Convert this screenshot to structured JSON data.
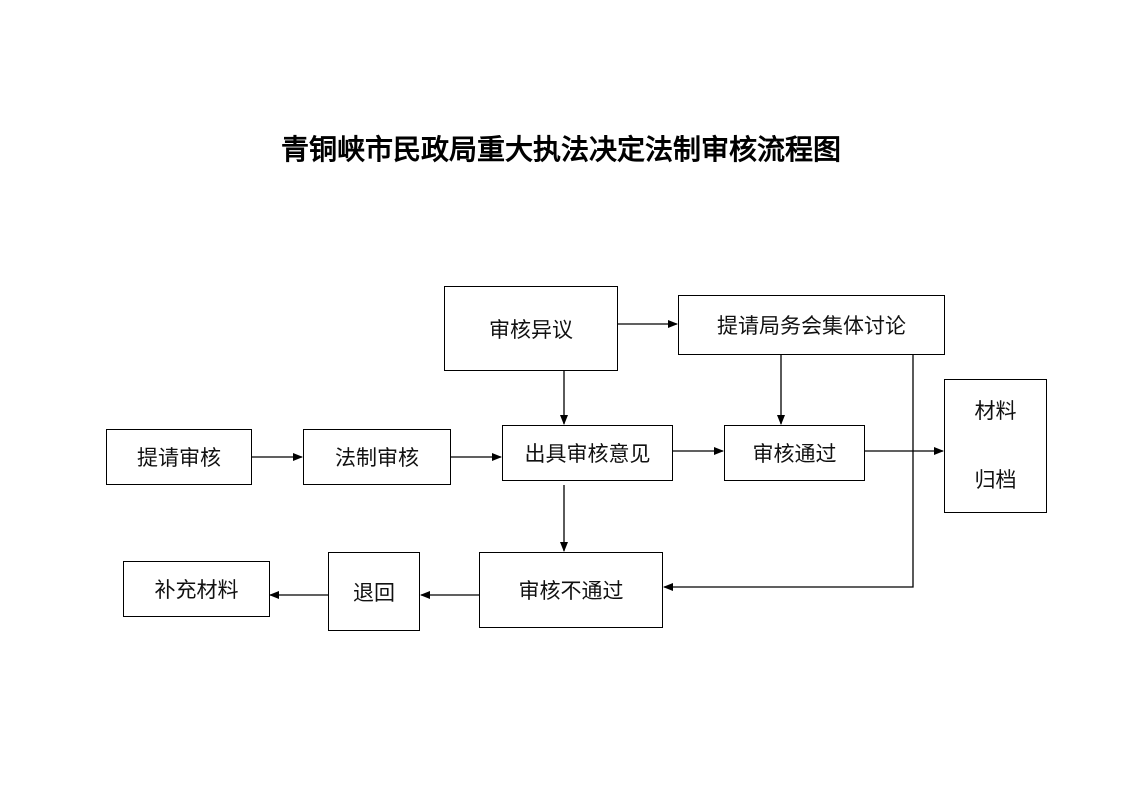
{
  "title": "青铜峡市民政局重大执法决定法制审核流程图",
  "nodes": {
    "objection": "审核异议",
    "discussion": "提请局务会集体讨论",
    "request_review": "提请审核",
    "legal_review": "法制审核",
    "issue_opinion": "出具审核意见",
    "approved": "审核通过",
    "archive_line1": "材料",
    "archive_line2": "归档",
    "rejected": "审核不通过",
    "returned": "退回",
    "supplement": "补充材料"
  },
  "colors": {
    "line": "#000000",
    "text": "#111111"
  }
}
